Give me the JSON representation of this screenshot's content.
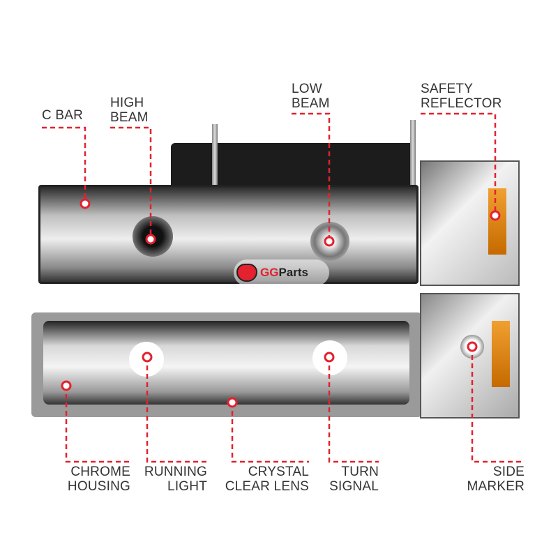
{
  "labels": {
    "c_bar": [
      "C BAR"
    ],
    "high_beam": [
      "HIGH",
      "BEAM"
    ],
    "low_beam": [
      "LOW",
      "BEAM"
    ],
    "safety_reflector": [
      "SAFETY",
      "REFLECTOR"
    ],
    "chrome_housing": [
      "CHROME",
      "HOUSING"
    ],
    "running_light": [
      "RUNNING",
      "LIGHT"
    ],
    "crystal_clear_lens": [
      "CRYSTAL",
      "CLEAR LENS"
    ],
    "turn_signal": [
      "TURN",
      "SIGNAL"
    ],
    "side_marker": [
      "SIDE",
      "MARKER"
    ]
  },
  "logo": {
    "gg": "GG",
    "parts": "Parts"
  },
  "colors": {
    "accent": "#e3212f",
    "text": "#333333"
  }
}
